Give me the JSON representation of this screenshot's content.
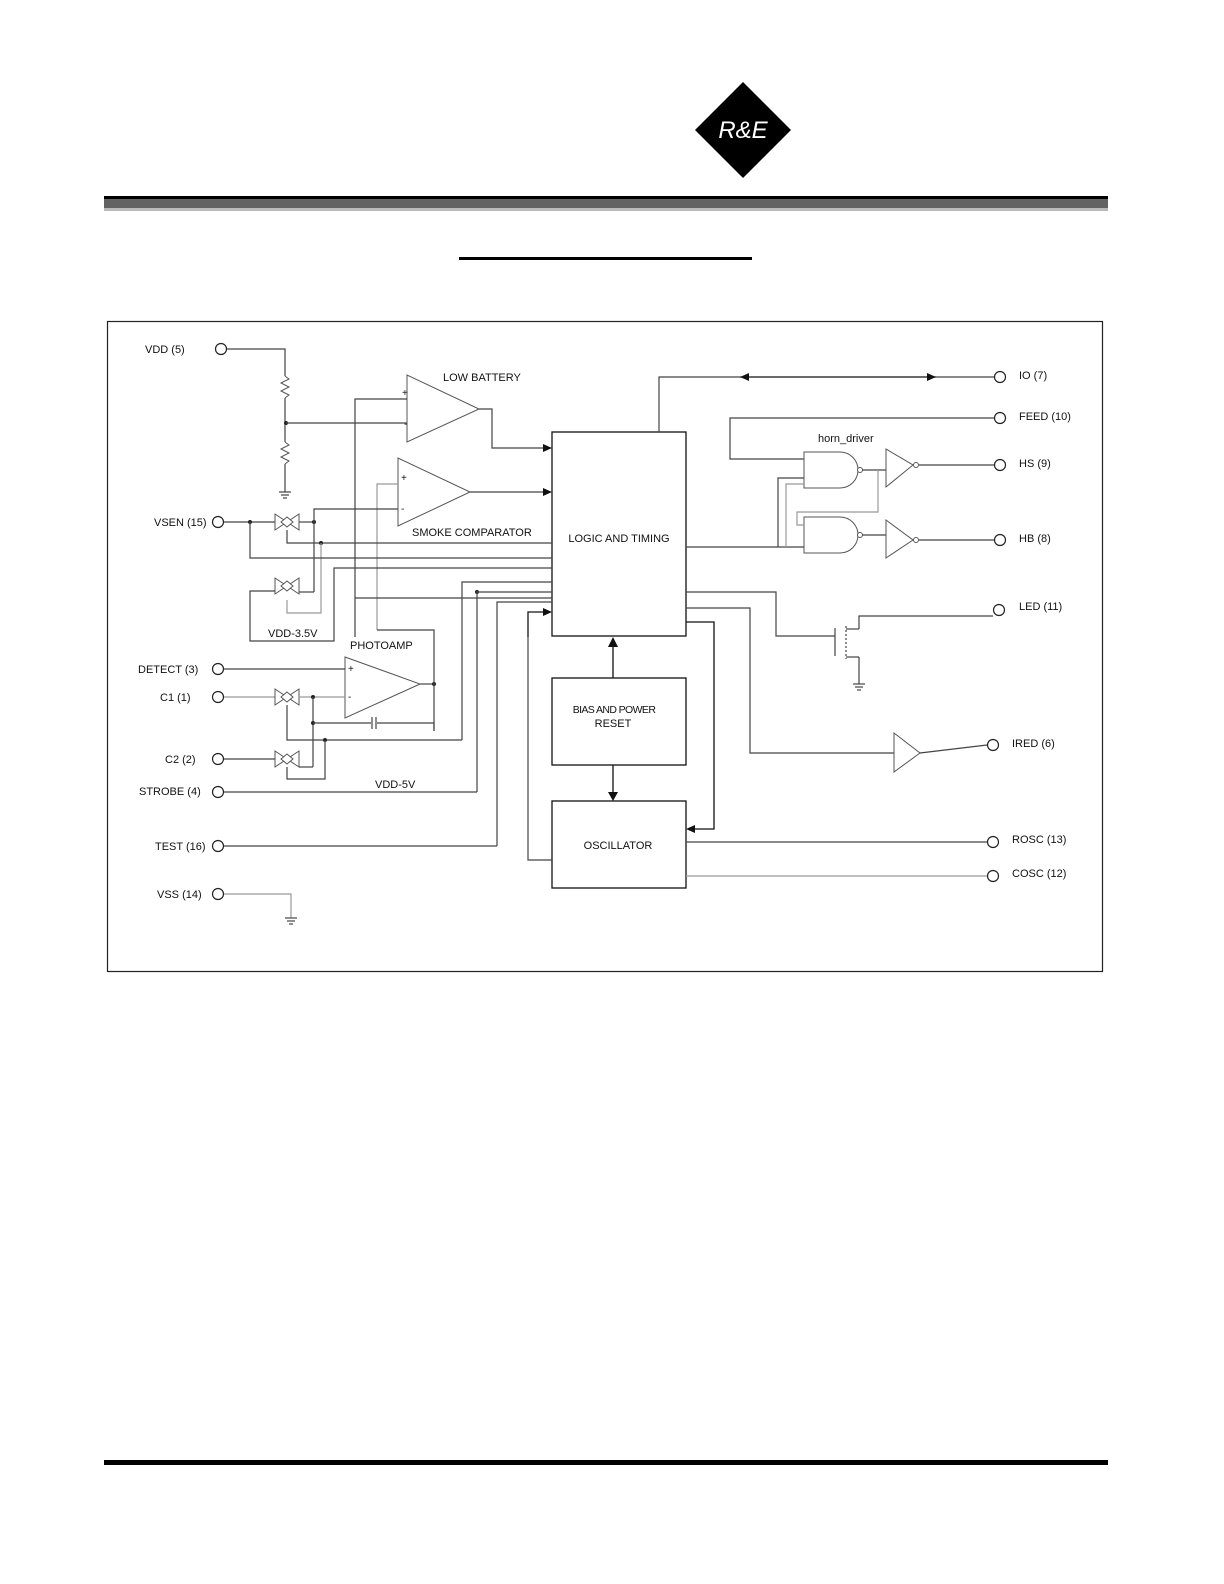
{
  "header": {
    "logo_text": "R&E"
  },
  "diagram": {
    "blocks": {
      "logic": "LOGIC AND TIMING",
      "bias_line1": "BIAS AND POWER",
      "bias_line2": "RESET",
      "oscillator": "OSCILLATOR"
    },
    "labels": {
      "low_battery": "LOW BATTERY",
      "smoke_comparator": "SMOKE COMPARATOR",
      "photoamp": "PHOTOAMP",
      "horn_driver": "horn_driver",
      "vdd_3_5v": "VDD-3.5V",
      "vdd_5v": "VDD-5V",
      "plus": "+",
      "minus": "-"
    },
    "pins_left": [
      {
        "label": "VDD (5)"
      },
      {
        "label": "VSEN (15)"
      },
      {
        "label": "DETECT (3)"
      },
      {
        "label": "C1 (1)"
      },
      {
        "label": "C2 (2)"
      },
      {
        "label": "STROBE (4)"
      },
      {
        "label": "TEST (16)"
      },
      {
        "label": "VSS (14)"
      }
    ],
    "pins_right": [
      {
        "label": "IO (7)"
      },
      {
        "label": "FEED (10)"
      },
      {
        "label": "HS (9)"
      },
      {
        "label": "HB (8)"
      },
      {
        "label": "LED (11)"
      },
      {
        "label": "IRED (6)"
      },
      {
        "label": "ROSC (13)"
      },
      {
        "label": "COSC (12)"
      }
    ]
  }
}
